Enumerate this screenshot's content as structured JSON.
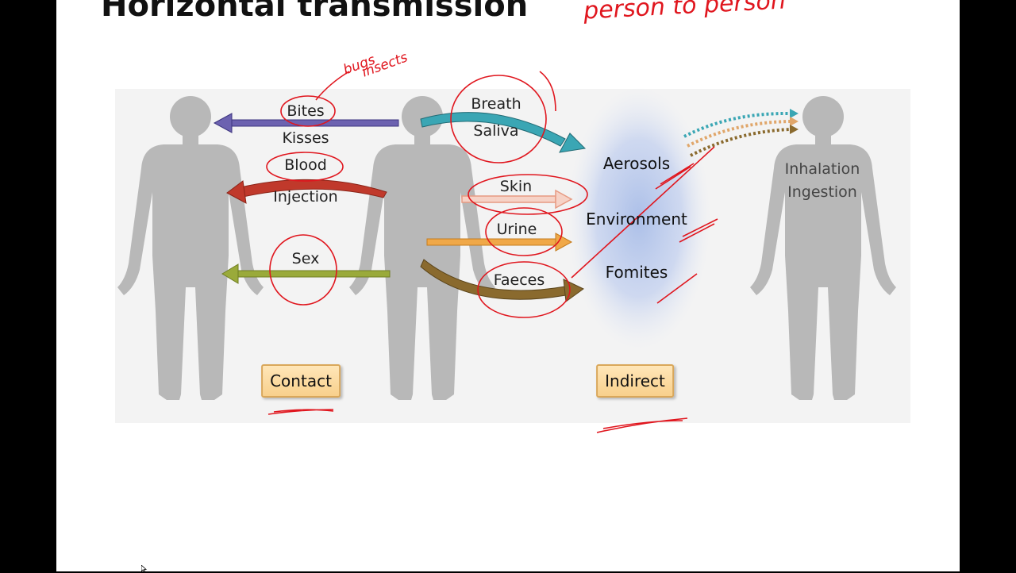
{
  "slide": {
    "title": "Horizontal transmission"
  },
  "diagram": {
    "contact_routes": [
      "Bites",
      "Kisses",
      "Blood",
      "Injection",
      "Sex"
    ],
    "outflow_routes": [
      "Breath",
      "Saliva",
      "Skin",
      "Urine",
      "Faeces"
    ],
    "indirect_media": [
      "Aerosols",
      "Environment",
      "Fomites"
    ],
    "entry_routes": [
      "Inhalation",
      "Ingestion"
    ],
    "category_labels": {
      "contact": "Contact",
      "indirect": "Indirect"
    },
    "colors": {
      "figure": "#b8b8b8",
      "arrow_bites": "#6c62b0",
      "arrow_blood": "#c0392b",
      "arrow_sex": "#9aaa3a",
      "arrow_breath": "#3aa6b4",
      "arrow_skin": "#e79a82",
      "arrow_urine": "#f0a848",
      "arrow_faeces": "#8a6a2e",
      "cloud": "#a9bde8",
      "label_box": "#fbd99a",
      "annotation_ink": "#e0161e"
    }
  },
  "annotations": {
    "title_note": "person to person",
    "bites_note_line1": "bugs",
    "bites_note_line2": "insects"
  }
}
